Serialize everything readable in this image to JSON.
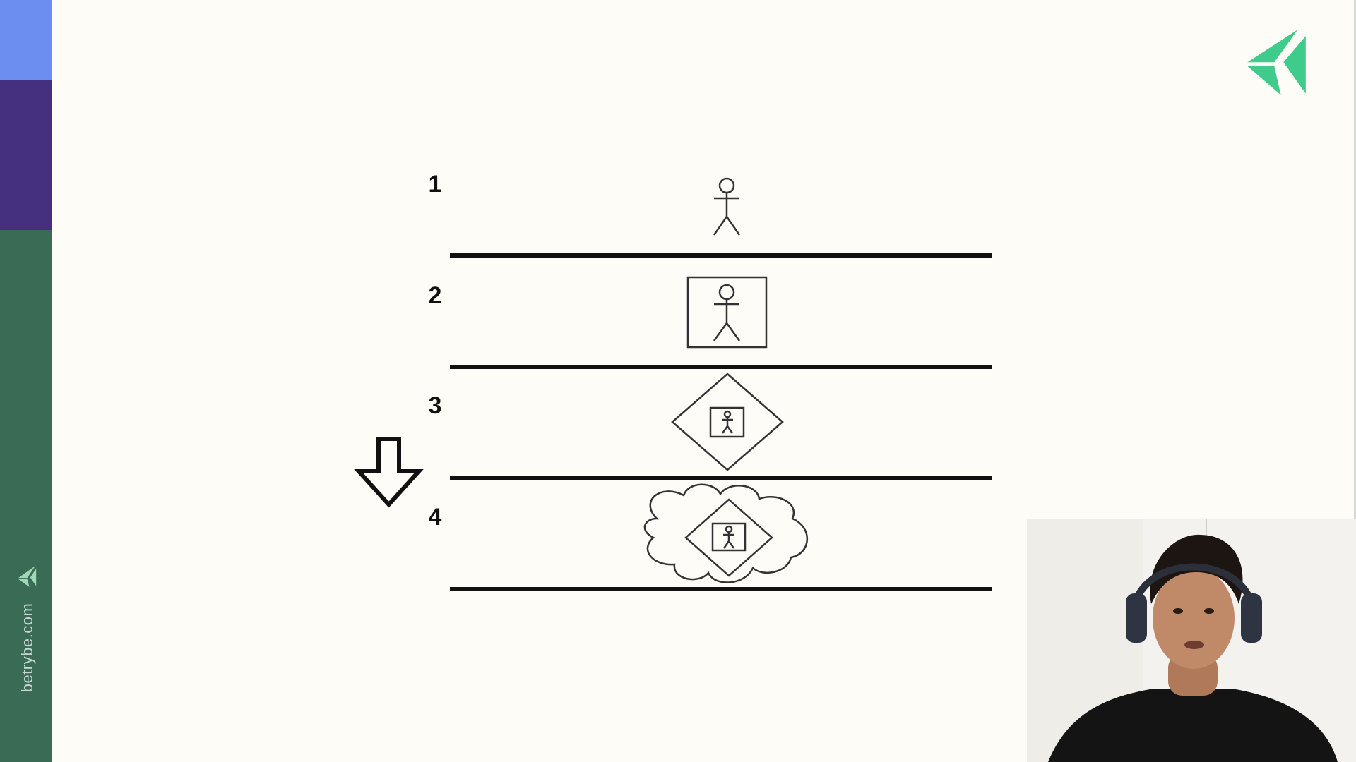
{
  "sidebar": {
    "site_url": "betrybe.com",
    "colors": {
      "top": "#6b8ef0",
      "middle": "#45307f",
      "bottom": "#3a6b54"
    },
    "logo_icon": "trybe-logo-icon"
  },
  "brand": {
    "logo_icon": "trybe-logo-icon",
    "color": "#3ecb8c"
  },
  "diagram": {
    "levels": [
      {
        "number": "1",
        "symbol": "stick-figure"
      },
      {
        "number": "2",
        "symbol": "stick-figure-in-square"
      },
      {
        "number": "3",
        "symbol": "square-in-diamond"
      },
      {
        "number": "4",
        "symbol": "diamond-in-cloud"
      }
    ],
    "arrow_icon": "down-arrow-icon"
  },
  "webcam": {
    "description_icon": "presenter-webcam"
  }
}
